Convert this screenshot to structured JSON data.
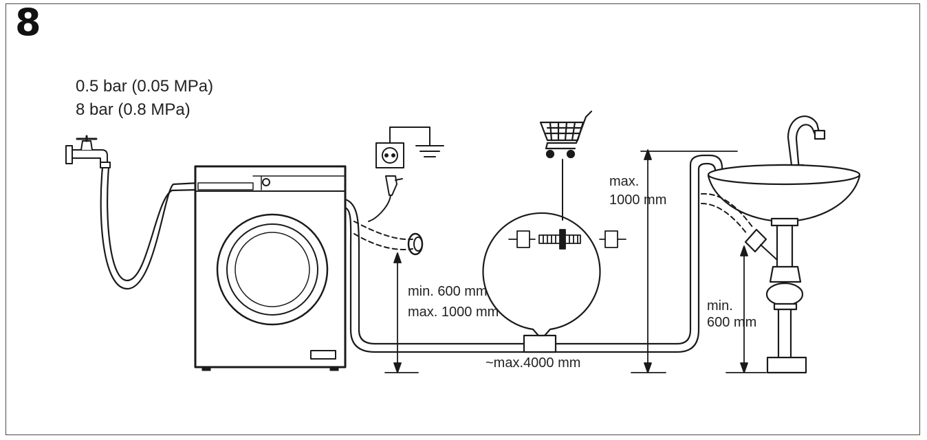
{
  "figure": {
    "number": "8"
  },
  "water_pressure": {
    "min": "0.5 bar (0.05 MPa)",
    "max": "8 bar (0.8 MPa)"
  },
  "drain_height": {
    "min": "min. 600 mm",
    "max": "max. 1000 mm"
  },
  "hose_length": {
    "label": "~max.4000 mm"
  },
  "sink_height": {
    "max_word": "max.",
    "max_value": "1000 mm",
    "min_word": "min.",
    "min_value": "600 mm"
  },
  "colors": {
    "line": "#1a1a1a",
    "frame": "#4a4a4a",
    "background": "#ffffff"
  }
}
